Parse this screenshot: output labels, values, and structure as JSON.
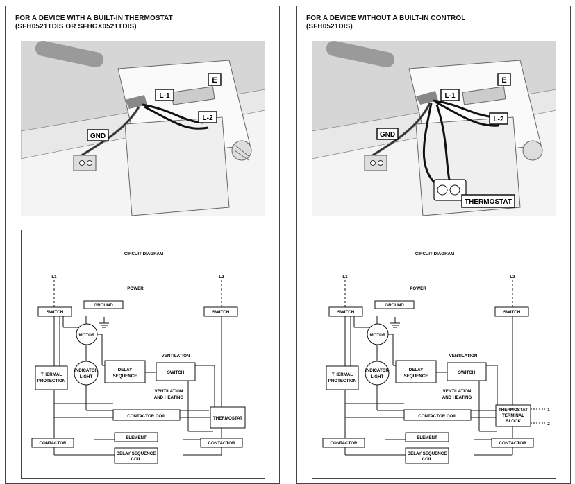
{
  "left": {
    "title_line1": "FOR A DEVICE WITH A BUILT-IN THERMOSTAT",
    "title_line2": "(SFH0521TDIS OR SFHGX0521TDIS)",
    "callouts": {
      "e": "E",
      "l1": "L-1",
      "l2": "L-2",
      "gnd": "GND"
    },
    "circuit": {
      "title": "CIRCUIT DIAGRAM",
      "l1": "L1",
      "l2": "L2",
      "power": "POWER",
      "switch_l1": "SWITCH",
      "switch_l2": "SWITCH",
      "ground": "GROUND",
      "motor": "MOTOR",
      "thermal_1": "THERMAL",
      "thermal_2": "PROTECTION",
      "indicator_1": "INDICATOR",
      "indicator_2": "LIGHT",
      "delay_1": "DELAY",
      "delay_2": "SEQUENCE",
      "ventilation": "VENTILATION",
      "switch_center": "SWITCH",
      "vent_heat_1": "VENTILATION",
      "vent_heat_2": "AND HEATING",
      "contactor_coil": "CONTACTOR COIL",
      "thermostat": "THERMOSTAT",
      "contactor_left": "CONTACTOR",
      "element": "ELEMENT",
      "contactor_right": "CONTACTOR",
      "dsc_1": "DELAY SEQUENCE",
      "dsc_2": "COIL"
    }
  },
  "right": {
    "title_line1": "FOR A DEVICE WITHOUT A BUILT-IN CONTROL",
    "title_line2": "(SFH0521DIS)",
    "callouts": {
      "e": "E",
      "l1": "L-1",
      "l2": "L-2",
      "gnd": "GND",
      "thermostat": "THERMOSTAT"
    },
    "circuit": {
      "title": "CIRCUIT DIAGRAM",
      "l1": "L1",
      "l2": "L2",
      "power": "POWER",
      "switch_l1": "SWITCH",
      "switch_l2": "SWITCH",
      "ground": "GROUND",
      "motor": "MOTOR",
      "thermal_1": "THERMAL",
      "thermal_2": "PROTECTION",
      "indicator_1": "INDICATOR",
      "indicator_2": "LIGHT",
      "delay_1": "DELAY",
      "delay_2": "SEQUENCE",
      "ventilation": "VENTILATION",
      "switch_center": "SWITCH",
      "vent_heat_1": "VENTILATION",
      "vent_heat_2": "AND HEATING",
      "contactor_coil": "CONTACTOR COIL",
      "tb_1": "THERMOSTAT",
      "tb_2": "TERMINAL",
      "tb_3": "BLOCK",
      "term_1": "1",
      "term_2": "2",
      "contactor_left": "CONTACTOR",
      "element": "ELEMENT",
      "contactor_right": "CONTACTOR",
      "dsc_1": "DELAY SEQUENCE",
      "dsc_2": "COIL"
    }
  }
}
